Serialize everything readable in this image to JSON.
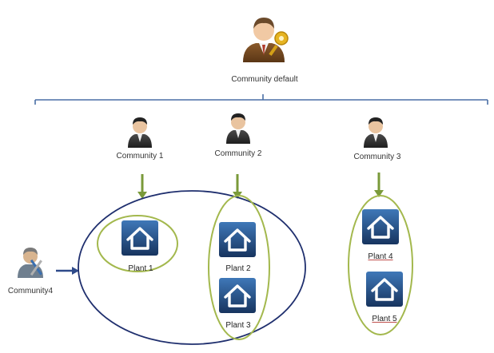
{
  "colors": {
    "hierarchy_line": "#4a6fa5",
    "arrow_green": "#7a9a3a",
    "ellipse_green": "#a3b84d",
    "ellipse_navy": "#1f2f6e",
    "arrow_navy": "#2e4a8a",
    "plant_tile_dark": "#17345f",
    "plant_tile_light": "#3f78b8",
    "plant_house": "#ffffff"
  },
  "icons": {
    "community_default": "admin-user-with-key-icon",
    "community": "business-user-icon",
    "community4": "user-with-tools-icon",
    "plant": "house-icon"
  },
  "nodes": {
    "root": {
      "label": "Community default"
    },
    "community1": {
      "label": "Community 1"
    },
    "community2": {
      "label": "Community 2"
    },
    "community3": {
      "label": "Community 3"
    },
    "community4": {
      "label": "Community4"
    }
  },
  "plants": [
    {
      "label": "Plant 1"
    },
    {
      "label": "Plant 2"
    },
    {
      "label": "Plant 3"
    },
    {
      "label": "Plant 4"
    },
    {
      "label": "Plant 5"
    }
  ]
}
